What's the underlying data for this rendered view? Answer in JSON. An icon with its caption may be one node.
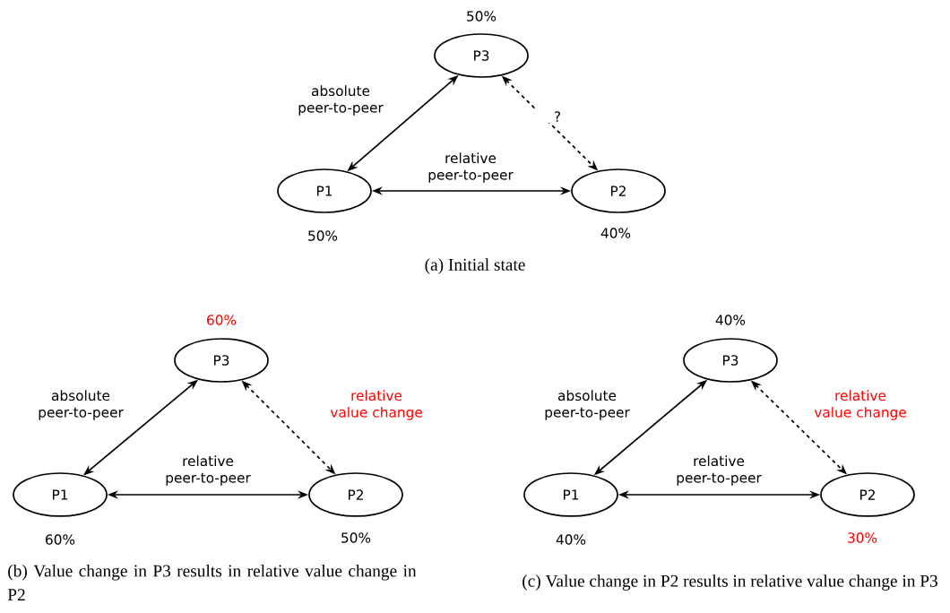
{
  "diagram": {
    "nodes": [
      {
        "text": [
          "P3"
        ],
        "beside": [
          "50%"
        ]
      },
      {
        "text": [
          "P1"
        ],
        "beside": [
          "50%"
        ]
      },
      {
        "text": [
          "P2"
        ],
        "beside": [
          "40%"
        ]
      },
      {
        "text": [
          "P3"
        ],
        "beside": [
          "60%"
        ]
      },
      {
        "text": [
          "P1"
        ],
        "beside": [
          "60%"
        ]
      },
      {
        "text": [
          "P2"
        ],
        "beside": [
          "50%"
        ]
      },
      {
        "text": [
          "P3"
        ],
        "beside": [
          "40%"
        ]
      },
      {
        "text": [
          "P1"
        ],
        "beside": [
          "40%"
        ]
      },
      {
        "text": [
          "P2"
        ],
        "beside": [
          "30%"
        ]
      }
    ],
    "edges": [
      {
        "from": 1,
        "to": 0,
        "arrow": "both",
        "label": "absolute peer-to-peer"
      },
      {
        "from": 1,
        "to": 2,
        "arrow": "both",
        "label": "relative peer-to-peer"
      },
      {
        "from": 0,
        "to": 2,
        "arrow": "both",
        "style": "dashed",
        "label": "?"
      },
      {
        "from": 4,
        "to": 3,
        "arrow": "both",
        "label": "absolute peer-to-peer"
      },
      {
        "from": 4,
        "to": 5,
        "arrow": "both",
        "label": "relative peer-to-peer"
      },
      {
        "from": 3,
        "to": 5,
        "arrow": "both",
        "style": "dashed",
        "label": "relative value change"
      },
      {
        "from": 7,
        "to": 6,
        "arrow": "both",
        "label": "absolute peer-to-peer"
      },
      {
        "from": 7,
        "to": 8,
        "arrow": "both",
        "label": "relative peer-to-peer"
      },
      {
        "from": 6,
        "to": 8,
        "arrow": "both",
        "style": "dashed",
        "label": "relative value change"
      }
    ],
    "labels": [
      "(a) Initial state",
      "(b) Value change in P3 results in relative value change in P2",
      "(c) Value change in P2 results in relative value change in P3"
    ]
  }
}
